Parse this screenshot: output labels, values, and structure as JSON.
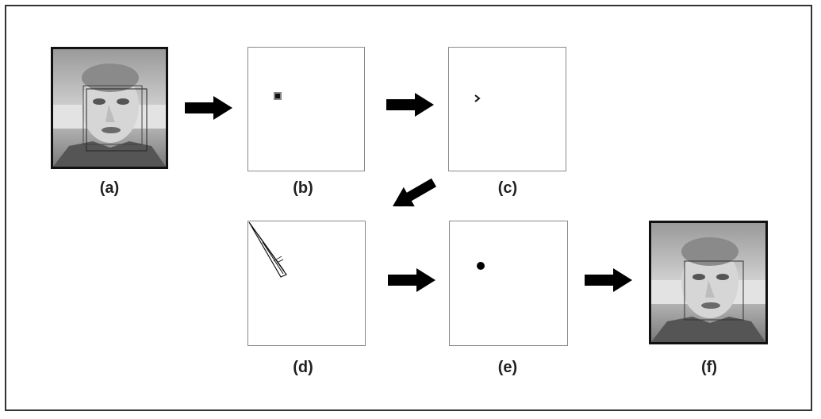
{
  "labels": {
    "a": "(a)",
    "b": "(b)",
    "c": "(c)",
    "d": "(d)",
    "e": "(e)",
    "f": "(f)"
  },
  "colors": {
    "arrow": "#000000",
    "panel_border": "#8a8a8a",
    "face_frame": "#111111"
  },
  "panels": [
    {
      "id": "a",
      "content": "face-photo-with-detection-box"
    },
    {
      "id": "b",
      "content": "blurred-dot"
    },
    {
      "id": "c",
      "content": "chevron-mark"
    },
    {
      "id": "d",
      "content": "thin-cone"
    },
    {
      "id": "e",
      "content": "solid-dot"
    },
    {
      "id": "f",
      "content": "face-photo-with-refined-box"
    }
  ]
}
